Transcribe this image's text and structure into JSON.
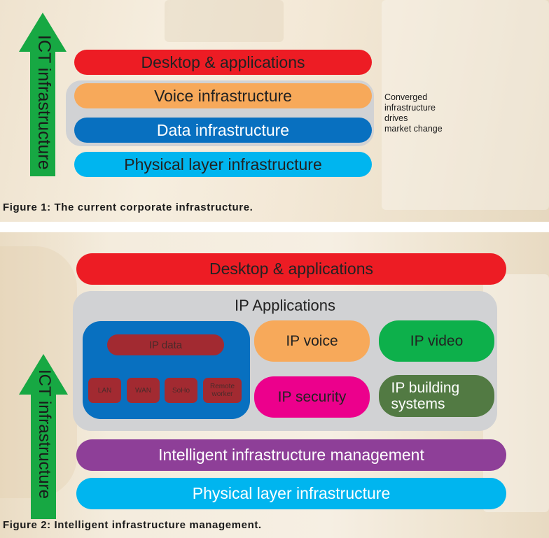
{
  "figure1": {
    "arrow_label": "ICT infrastructure",
    "layers": [
      {
        "label": "Desktop & applications",
        "color": "#ed1c24"
      },
      {
        "label": "Voice infrastructure",
        "color": "#f7a95a"
      },
      {
        "label": "Data infrastructure",
        "color": "#0870c0"
      },
      {
        "label": "Physical layer infrastructure",
        "color": "#00b5ef"
      }
    ],
    "note_lines": [
      "Converged",
      "infrastructure",
      "drives",
      "market change"
    ],
    "caption": "Figure 1: The current corporate infrastructure."
  },
  "figure2": {
    "arrow_label": "ICT infrastructure",
    "top_layer": {
      "label": "Desktop & applications",
      "color": "#ed1c24"
    },
    "ip_applications": {
      "title": "IP Applications",
      "data_block": {
        "title": "IP data",
        "items": [
          "LAN",
          "WAN",
          "SoHo",
          "Remote worker"
        ]
      },
      "apps": [
        {
          "label": "IP voice",
          "color": "#f7a95a"
        },
        {
          "label": "IP video",
          "color": "#0db04b"
        },
        {
          "label": "IP security",
          "color": "#ec008c"
        },
        {
          "label": "IP building systems",
          "color": "#527a43"
        }
      ]
    },
    "management_layer": {
      "label": "Intelligent infrastructure management",
      "color": "#8e3f98"
    },
    "physical_layer": {
      "label": "Physical layer infrastructure",
      "color": "#00b5ef"
    },
    "caption": "Figure 2: Intelligent infrastructure management."
  },
  "colors": {
    "arrow": "#17a843",
    "container_gray": "#d1d2d4",
    "ip_data_blue": "#0870c0",
    "ip_data_red": "#a22a31"
  }
}
